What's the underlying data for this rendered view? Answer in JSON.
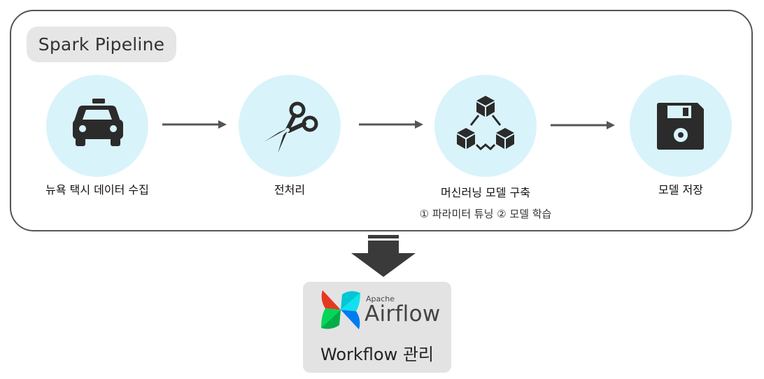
{
  "pipeline": {
    "title": "Spark Pipeline",
    "steps": [
      {
        "label": "뉴욕 택시 데이터 수집",
        "icon": "taxi-icon"
      },
      {
        "label": "전처리",
        "icon": "scissors-icon"
      },
      {
        "label": "머신러닝 모델 구축",
        "sublabel": "① 파라미터 튜닝 ② 모델 학습",
        "icon": "cubes-icon"
      },
      {
        "label": "모델 저장",
        "icon": "floppy-disk-icon"
      }
    ]
  },
  "airflow": {
    "brand_small": "Apache",
    "brand_name": "Airflow",
    "caption": "Workflow 관리",
    "icon": "airflow-pinwheel-icon"
  },
  "colors": {
    "circle_fill": "#d9f3fb",
    "icon_dark": "#2b2b2b",
    "arrow": "#555555",
    "tag_bg": "#e6e6e6",
    "airflow_bg": "#e3e3e3"
  }
}
